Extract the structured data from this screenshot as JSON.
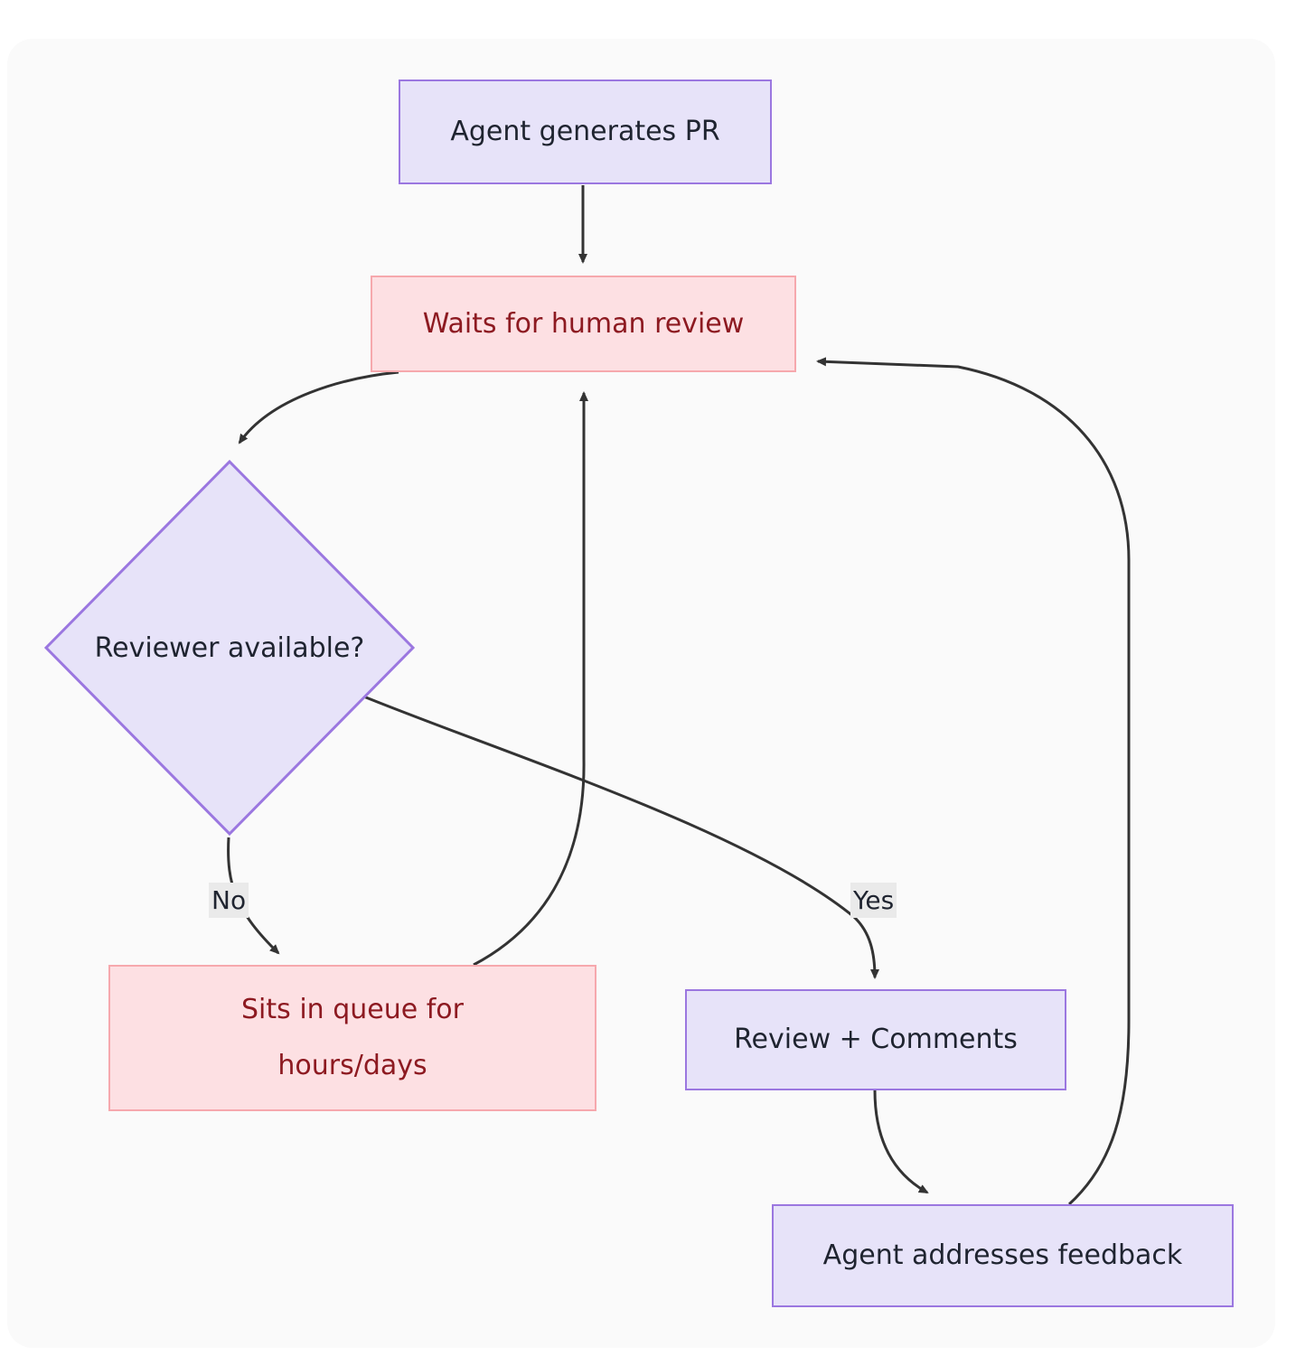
{
  "diagram": {
    "type": "flowchart",
    "direction": "top-down",
    "canvas_background": "#fafafa",
    "page_background": "#ffffff",
    "theme": {
      "process_fill": "#e7e3f9",
      "process_stroke": "#9b77e0",
      "process_text": "#1f2430",
      "warn_fill": "#fde0e3",
      "warn_stroke": "#f6a8ad",
      "warn_text": "#8d1a21",
      "edge_stroke": "#333333",
      "edge_label_bg": "#eaeaea"
    },
    "nodes": [
      {
        "id": "agent_pr",
        "label": "Agent generates PR",
        "shape": "rect",
        "style": "process"
      },
      {
        "id": "waits",
        "label": "Waits for human review",
        "shape": "rect",
        "style": "warn"
      },
      {
        "id": "reviewer",
        "label": "Reviewer available?",
        "shape": "diamond",
        "style": "process"
      },
      {
        "id": "queue_line1",
        "label": "Sits in queue for",
        "shape": "rect",
        "style": "warn"
      },
      {
        "id": "queue_line2",
        "label": "hours/days",
        "shape": "rect",
        "style": "warn"
      },
      {
        "id": "review",
        "label": "Review + Comments",
        "shape": "rect",
        "style": "process"
      },
      {
        "id": "feedback",
        "label": "Agent addresses feedback",
        "shape": "rect",
        "style": "process"
      }
    ],
    "edges": [
      {
        "from": "agent_pr",
        "to": "waits",
        "label": ""
      },
      {
        "from": "waits",
        "to": "reviewer",
        "label": ""
      },
      {
        "from": "reviewer",
        "to": "queue",
        "label": "No"
      },
      {
        "from": "reviewer",
        "to": "review",
        "label": "Yes"
      },
      {
        "from": "queue",
        "to": "waits",
        "label": ""
      },
      {
        "from": "review",
        "to": "feedback",
        "label": ""
      },
      {
        "from": "feedback",
        "to": "waits",
        "label": ""
      }
    ],
    "edge_labels": {
      "no": "No",
      "yes": "Yes"
    }
  }
}
